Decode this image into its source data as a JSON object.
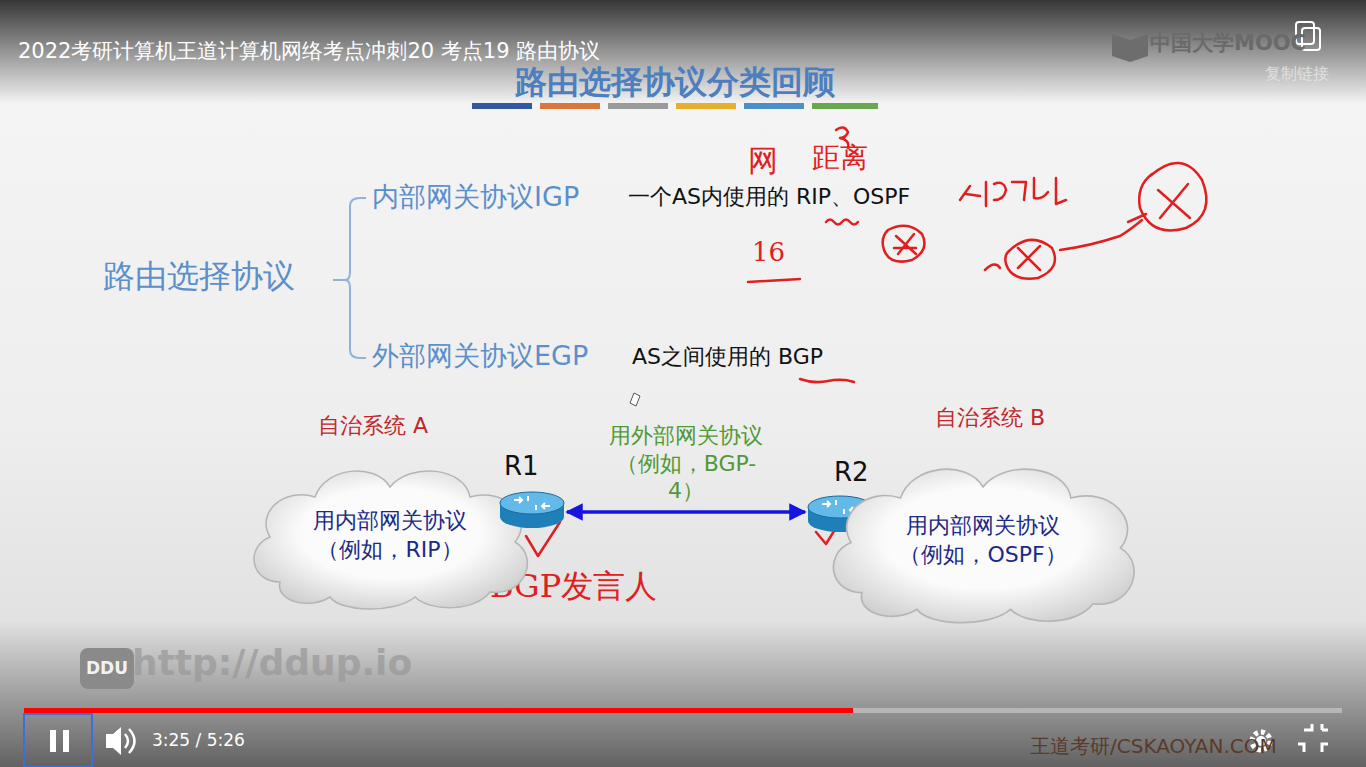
{
  "diagram": {
    "title": "路由选择协议分类回顾",
    "nodes": [
      {
        "text": [
          "自治系统 A",
          "用内部网关协议 （例如，RIP）"
        ]
      },
      {
        "text": [
          "R1"
        ]
      },
      {
        "text": [
          "R2"
        ]
      },
      {
        "text": [
          "自治系统 B",
          "用内部网关协议 （例如，OSPF）"
        ]
      }
    ],
    "edges": [
      {
        "from": 1,
        "to": 2,
        "arrow": "both",
        "label": "用外部网关协议 （例如，BGP-4）"
      }
    ],
    "labels": [
      "2022考研计算机王道计算机网络考点冲刺20 考点19 路由协议",
      "中国大学MOOC",
      "复制链接",
      "路由选择协议",
      "内部网关协议IGP",
      "一个AS内使用的 RIP、OSPF",
      "外部网关协议EGP",
      "AS之间使用的 BGP",
      "网",
      "距离",
      "16",
      "BGP发言人",
      "DDU",
      "http://ddup.io",
      "王道考研/CSKAOYAN.COM",
      "3:25 / 5:26"
    ]
  }
}
